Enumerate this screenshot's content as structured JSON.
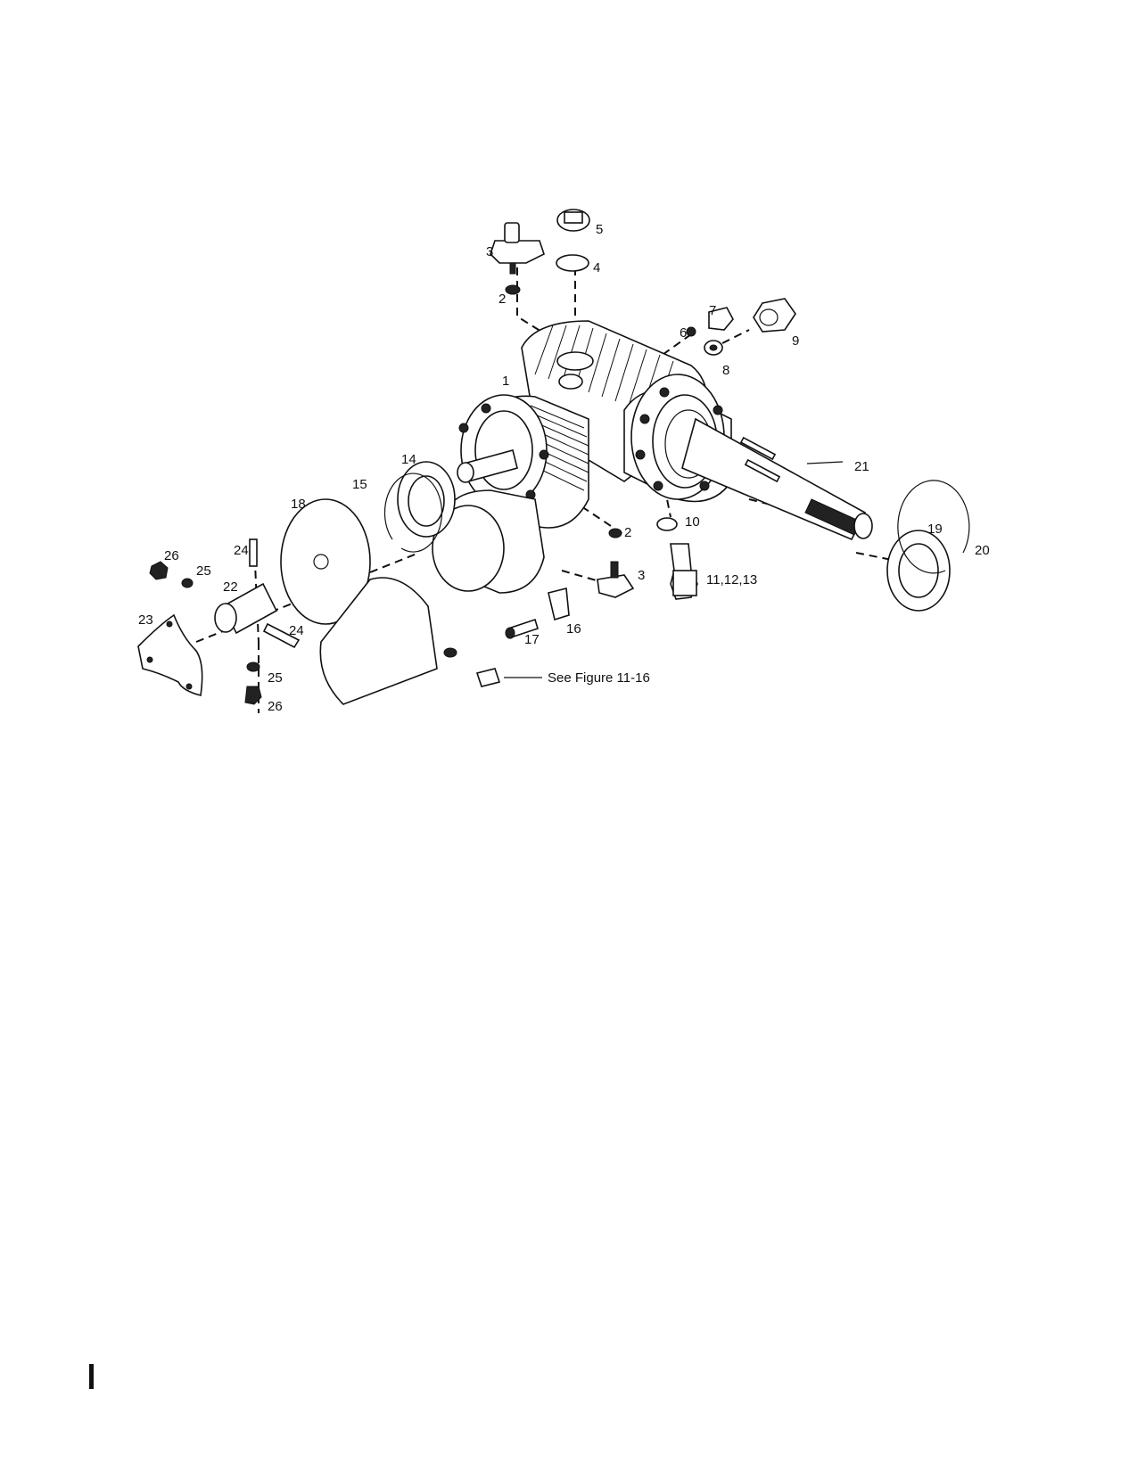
{
  "figure": {
    "callouts": [
      "1",
      "2",
      "2",
      "3",
      "3",
      "4",
      "5",
      "6",
      "7",
      "8",
      "9",
      "10",
      "11,12,13",
      "14",
      "15",
      "16",
      "17",
      "18",
      "19",
      "20",
      "21",
      "22",
      "23",
      "24",
      "24",
      "25",
      "25",
      "26",
      "26"
    ],
    "reference_note": "See Figure 11-16"
  }
}
